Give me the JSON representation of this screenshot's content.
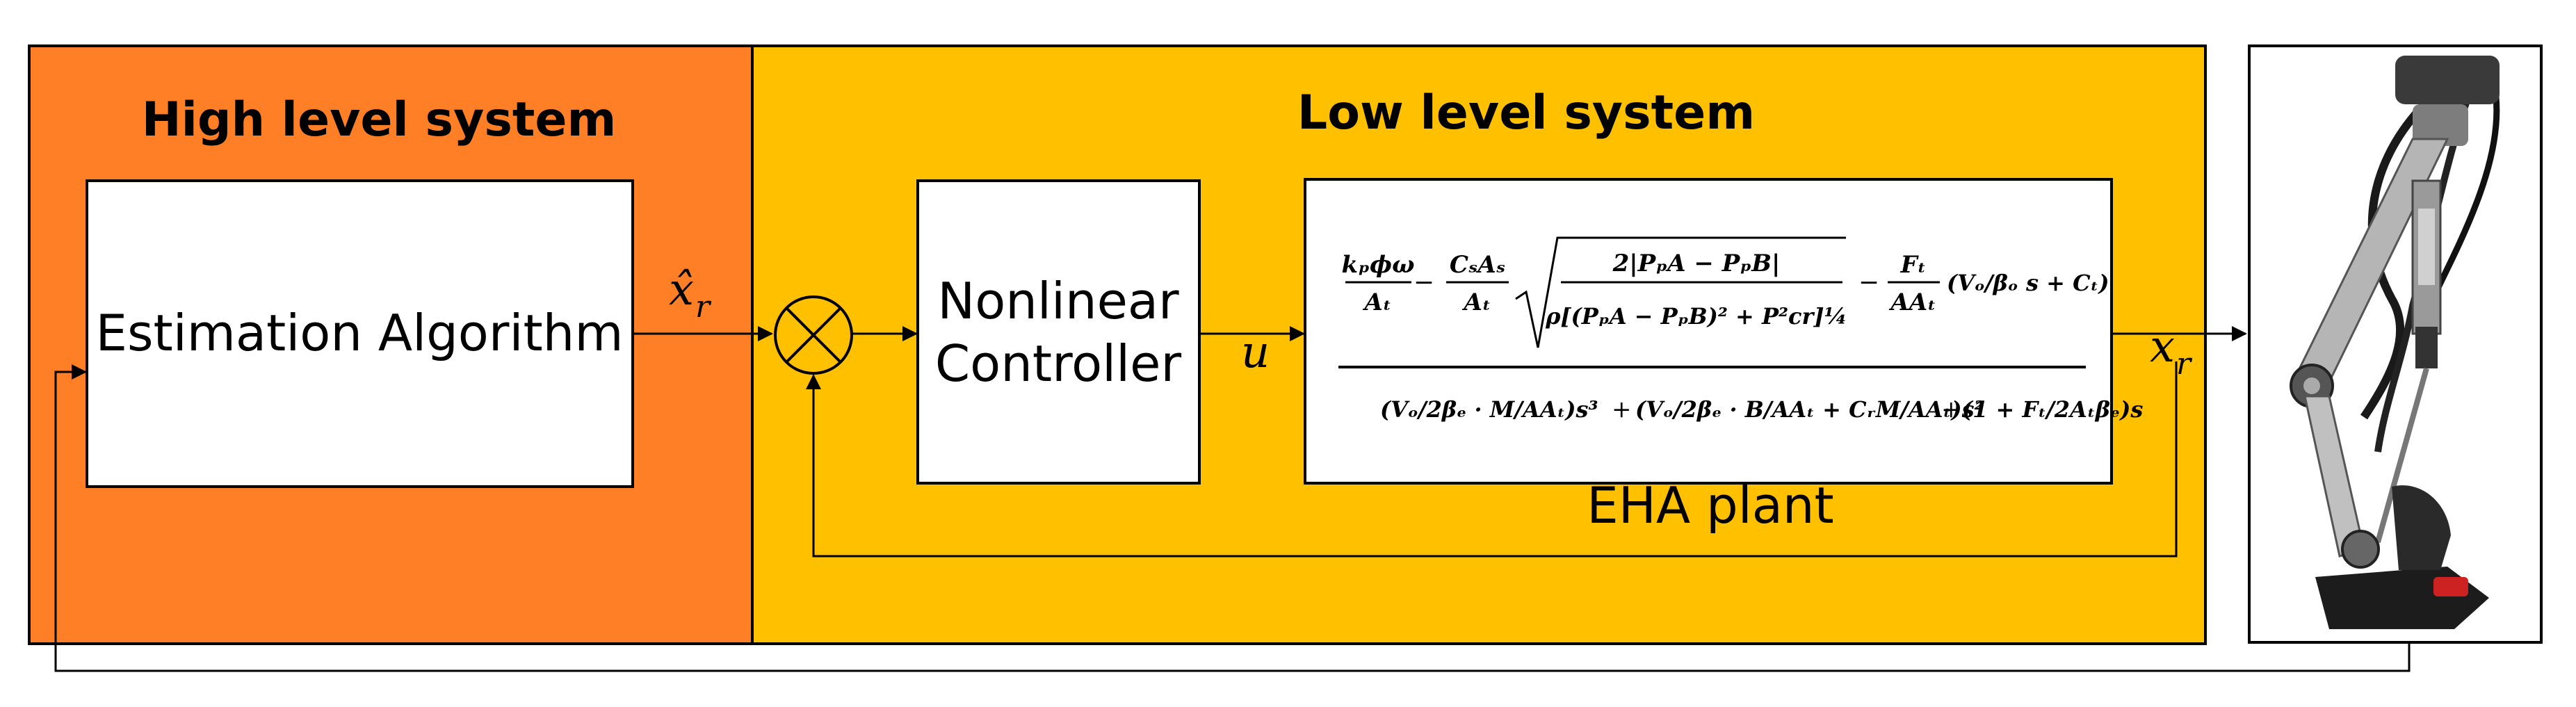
{
  "high_level": {
    "title": "High level system",
    "block_label": "Estimation Algorithm",
    "output_label": "x̂",
    "output_sub": "r",
    "color": "#ff7f27"
  },
  "low_level": {
    "title": "Low level system",
    "controller_line1": "Nonlinear",
    "controller_line2": "Controller",
    "control_signal": "u",
    "plant_label": "EHA plant",
    "output_label": "x",
    "output_sub": "r",
    "color": "#ffc000"
  },
  "transfer_function": {
    "num_t1_top": "kₚϕω",
    "num_t1_bot": "Aₜ",
    "num_t2_top": "CₛAₛ",
    "num_t2_bot": "Aₜ",
    "sqrt_top": "2|PₚA − PₚB|",
    "sqrt_bot": "ρ[(PₚA − PₚB)² + P²cr]¼",
    "num_t3_top": "Fₜ",
    "num_t3_bot": "AAₜ",
    "num_t3_tail": "(Vₒ/βₒ s + Cₜ)",
    "den_a": "(Vₒ/2βₑ · M/AAₜ)s³",
    "den_b": "(Vₒ/2βₑ · B/AAₜ + CᵣM/AAₜ)s²",
    "den_c": "(1 + Fₜ/2Aₜβₑ)s"
  },
  "device": {
    "icon": "exoskeleton-leg-photo"
  }
}
